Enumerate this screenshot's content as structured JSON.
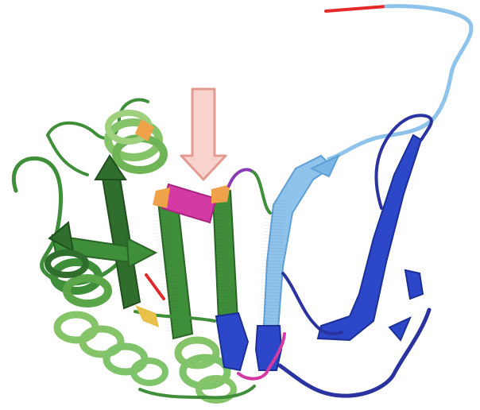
{
  "image": {
    "subject": "ribbon-protein-structure",
    "colors": {
      "background": "#ffffff",
      "domain_green": "#3f8f3a",
      "domain_green_dark": "#2f6e2c",
      "domain_green_light": "#7fc36a",
      "helix_green": "#86c46a",
      "strand_light_blue": "#8ec3ec",
      "strand_blue": "#2c48c8",
      "strand_navy": "#2a33a0",
      "accent_magenta": "#d43aa3",
      "accent_orange": "#f0a24a",
      "accent_red": "#e32a2a",
      "arrow_fill": "#f8d2cc",
      "arrow_stroke": "#e39a90"
    },
    "annotation": {
      "type": "arrow",
      "direction": "down"
    }
  }
}
